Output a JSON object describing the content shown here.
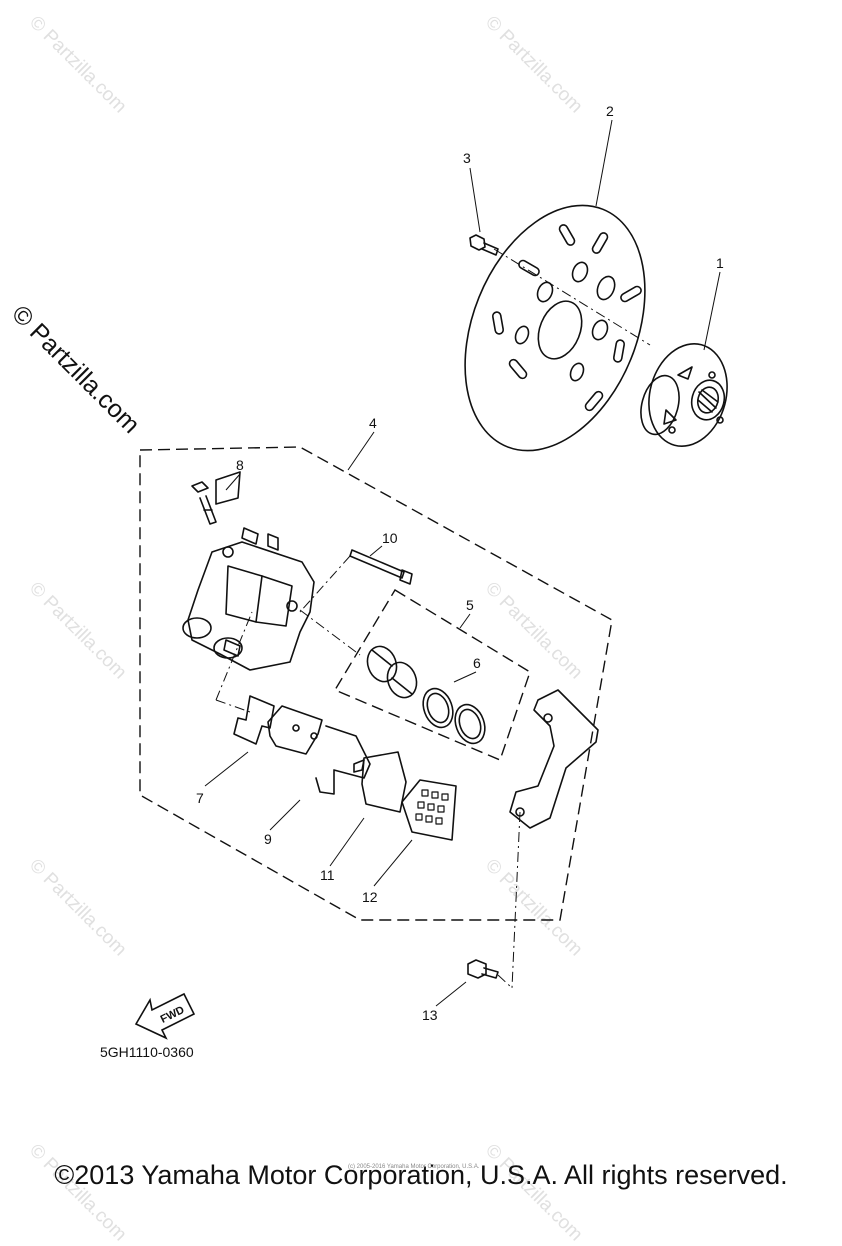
{
  "callouts": [
    "1",
    "2",
    "3",
    "4",
    "5",
    "6",
    "7",
    "8",
    "9",
    "10",
    "11",
    "12",
    "13"
  ],
  "fwd_label": "FWD",
  "diagram_code": "5GH1110-0360",
  "watermark": "© Partzilla.com",
  "side_watermark": "© Partzilla.com",
  "small_copyright": "(c) 2005-2016 Yamaha Motor Corporation, U.S.A.",
  "copyright": "©2013 Yamaha Motor Corporation, U.S.A. All rights reserved."
}
